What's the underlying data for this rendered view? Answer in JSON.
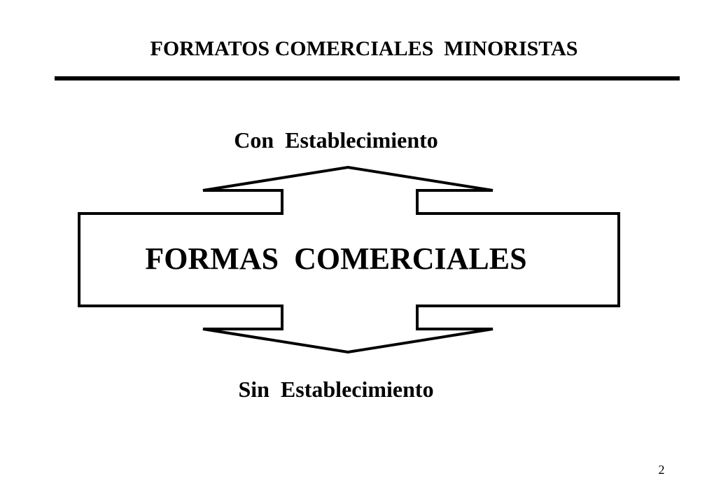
{
  "slide": {
    "title": "FORMATOS COMERCIALES  MINORISTAS",
    "diagram": {
      "center_label": "FORMAS  COMERCIALES",
      "top_label": "Con  Establecimiento",
      "bottom_label": "Sin  Establecimiento"
    },
    "page_number": "2"
  }
}
